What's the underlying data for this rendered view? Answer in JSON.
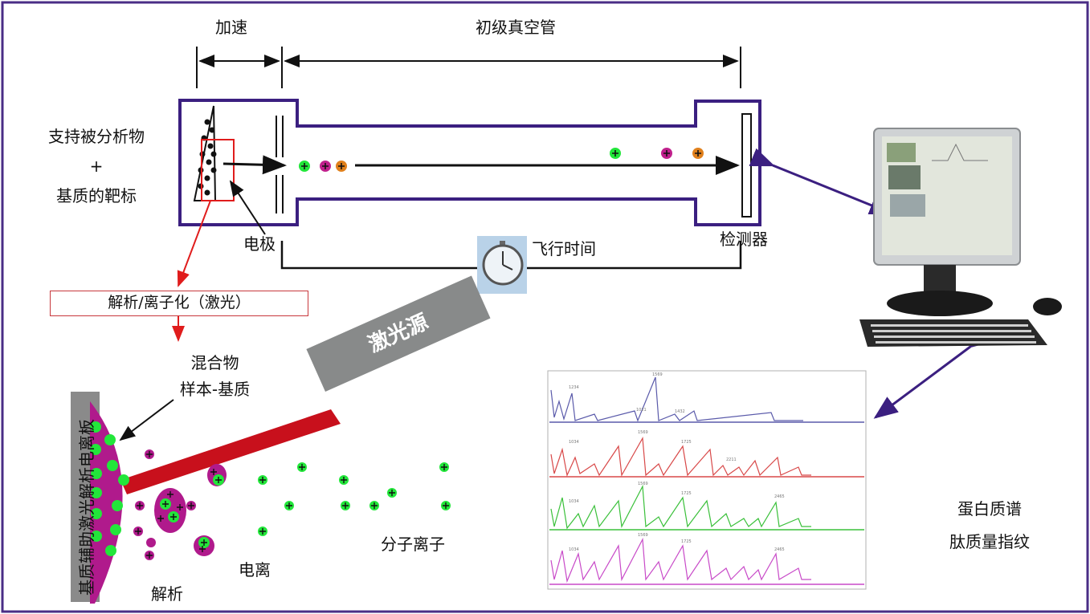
{
  "labels": {
    "acceleration": "加速",
    "flight_tube": "初级真空管",
    "target_line1": "支持被分析物",
    "target_line2": "+",
    "target_line3": "基质的靶标",
    "electrode": "电极",
    "flight_time": "飞行时间",
    "detector": "检测器",
    "desorption_ionization_laser": "解析/离子化（激光）",
    "mixture_line1": "混合物",
    "mixture_line2": "样本-基质",
    "laser_source": "激光源",
    "maldi_plate": "基质辅助激光解析电离板",
    "ionization": "电离",
    "desorption": "解析",
    "molecular_ions": "分子离子",
    "protein_line1": "蛋白质谱",
    "protein_line2": "肽质量指纹"
  },
  "colors": {
    "frame": "#4a2d86",
    "tube": "#3b1f80",
    "laser_beam": "#c8101c",
    "laser_source": "#888a8a",
    "plate": "#b01a8c",
    "matrix_dot": "#22e63a",
    "spectrum_1": "#5a5aaa",
    "spectrum_2": "#d84848",
    "spectrum_3": "#3ac03a",
    "spectrum_4": "#c84ac8"
  }
}
